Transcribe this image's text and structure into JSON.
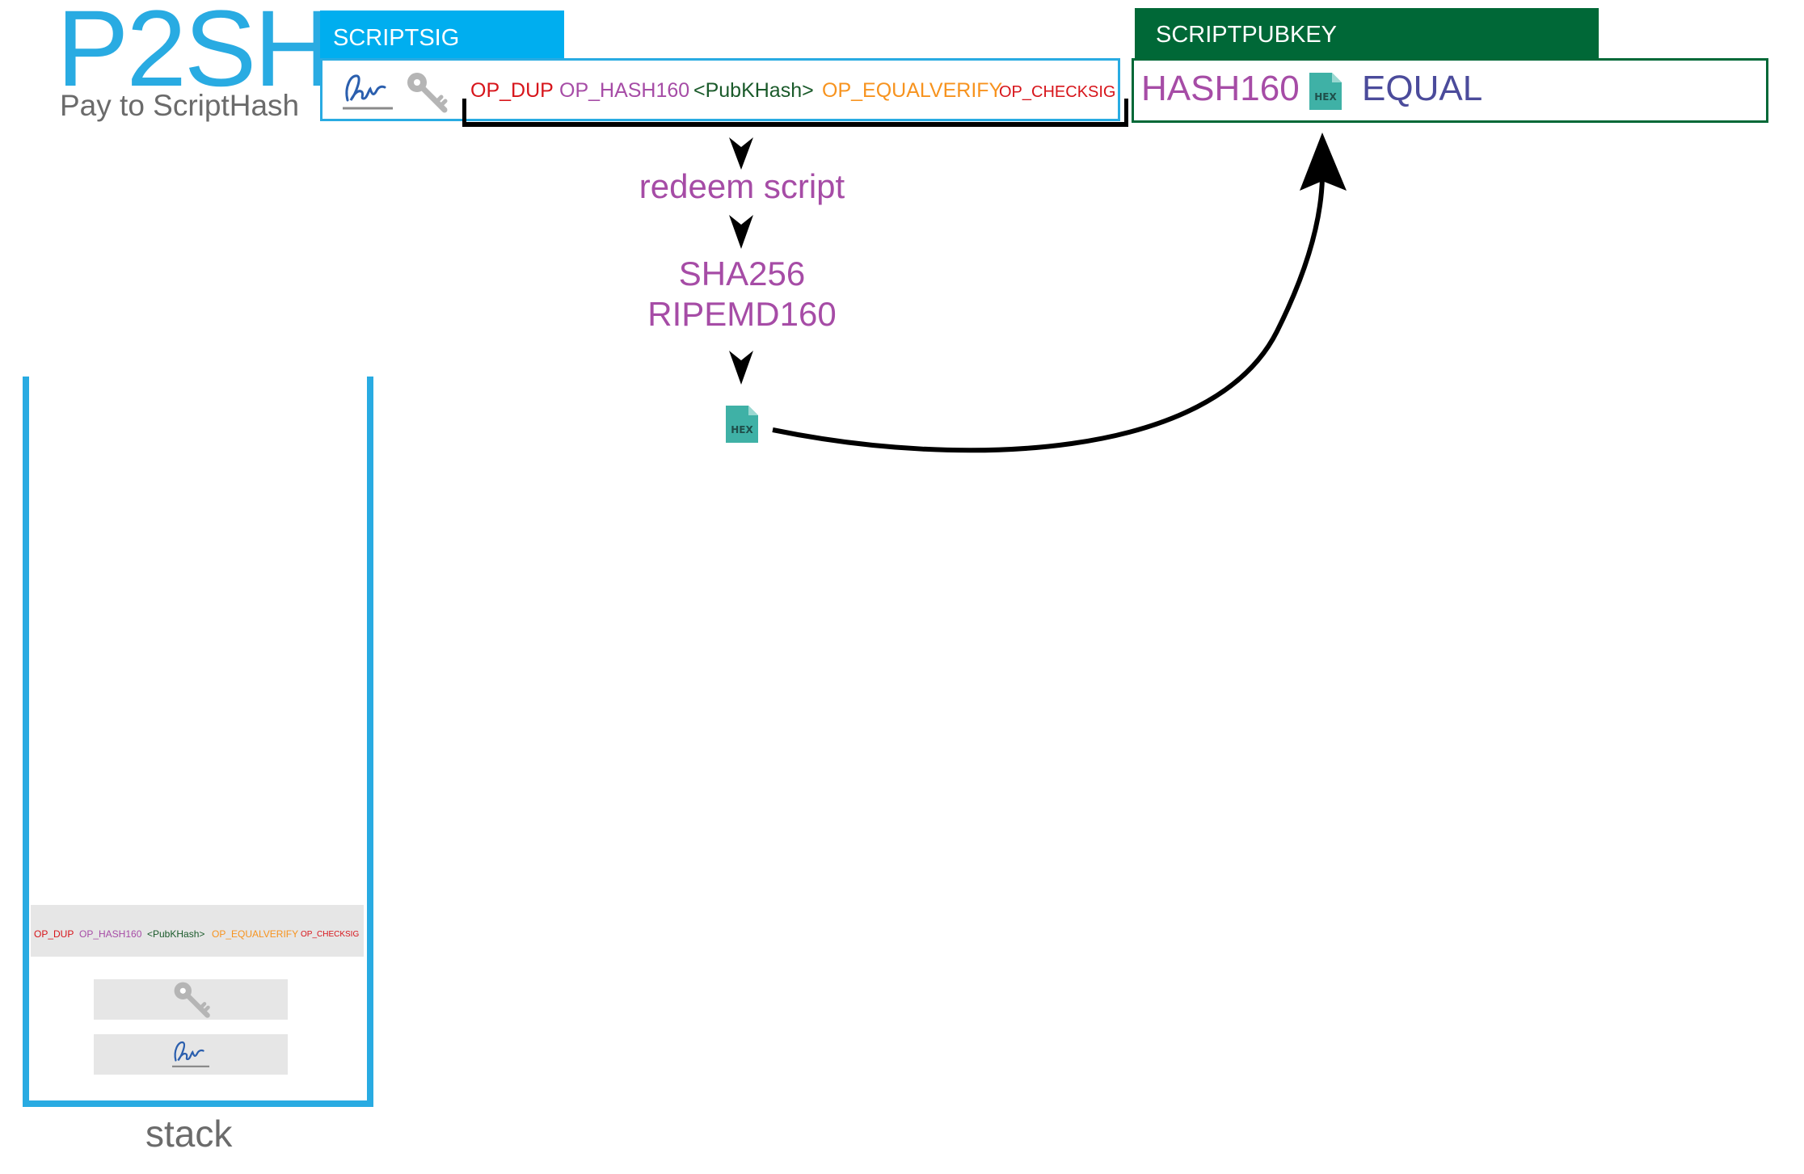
{
  "header": {
    "title": "P2SH",
    "subtitle": "Pay to ScriptHash"
  },
  "scriptsig": {
    "label": "SCRIPTSIG",
    "ops": {
      "dup": "OP_DUP",
      "hash160": "OP_HASH160",
      "pubkhash": "<PubKHash>",
      "equalverify": "OP_EQUALVERIFY",
      "checksig": "OP_CHECKSIG"
    }
  },
  "scriptpubkey": {
    "label": "SCRIPTPUBKEY",
    "hash160": "HASH160",
    "hex": "HEX",
    "equal": "EQUAL"
  },
  "flow": {
    "redeem": "redeem script",
    "sha256": "SHA256",
    "ripemd160": "RIPEMD160",
    "hex": "HEX"
  },
  "stack": {
    "label": "stack"
  },
  "colors": {
    "scriptsig_blue": "#00aeef",
    "scriptpubkey_green": "#006837",
    "purple": "#a64ca6",
    "red": "#d7141a",
    "orange": "#f7931e",
    "dark_green": "#1a5a2a",
    "hex_teal": "#3fb1a6"
  },
  "icons": [
    "signature-icon",
    "key-icon",
    "hex-file-icon"
  ]
}
